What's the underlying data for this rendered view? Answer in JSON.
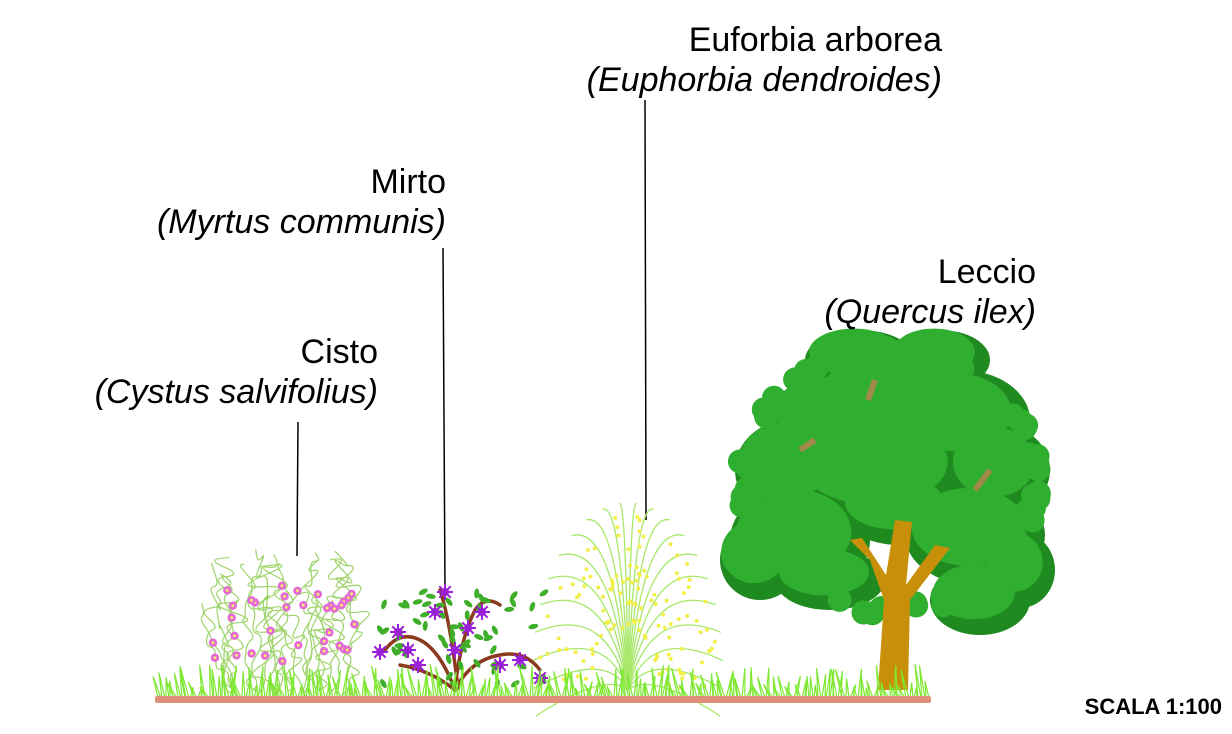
{
  "plants": [
    {
      "id": "cistus",
      "common": "Cisto",
      "latin": "(Cystus salvifolius)"
    },
    {
      "id": "myrtle",
      "common": "Mirto",
      "latin": "(Myrtus communis)"
    },
    {
      "id": "euphorbia",
      "common": "Euforbia arborea",
      "latin": "(Euphorbia dendroides)"
    },
    {
      "id": "holm-oak",
      "common": "Leccio",
      "latin": "(Quercus ilex)"
    }
  ],
  "scale_label": "SCALA 1:100",
  "colors": {
    "ground": "#e0907a",
    "grass": "#7ee832",
    "oak_dark": "#1f8a1f",
    "oak_light": "#2fae2f",
    "oak_trunk": "#c8900a",
    "myrtle_flower": "#9b1fd6",
    "cistus_flower": "#e36ad6",
    "euphorbia_line": "#a8e86a",
    "euphorbia_dot": "#f2ee4a"
  }
}
